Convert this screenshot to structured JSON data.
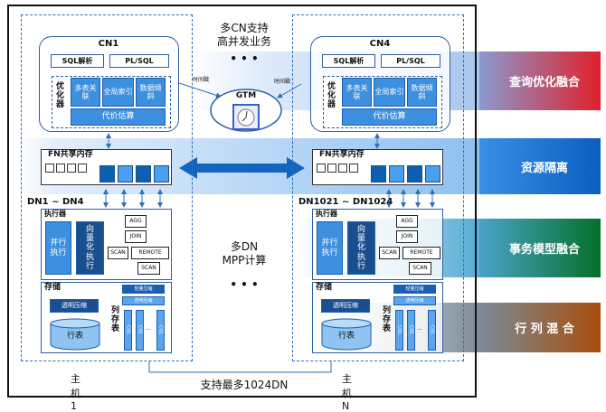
{
  "middle": {
    "cn_note_1": "多CN支持",
    "cn_note_2": "高并发业务",
    "dn_note_1": "多DN",
    "dn_note_2": "MPP计算",
    "dots": "• • •",
    "bottom_note": "支持最多1024DN",
    "gtm": "GTM",
    "timestamp": "时间戳"
  },
  "tags": [
    {
      "label": "查询优化融合",
      "colors": [
        "#7b9bd8",
        "#e0202a"
      ]
    },
    {
      "label": "资源隔离",
      "colors": [
        "#3a8fe4",
        "#0a5fc0"
      ]
    },
    {
      "label": "事务模型融合",
      "colors": [
        "#4aa3c8",
        "#05702a"
      ]
    },
    {
      "label": "行 列 混 合",
      "colors": [
        "#7b8a9a",
        "#a84e0a"
      ]
    }
  ],
  "nodes": [
    {
      "cn": "CN1",
      "dn": "DN1 ~ DN4",
      "host": "主机1"
    },
    {
      "cn": "CN4",
      "dn": "DN1021 ~ DN1024",
      "host": "主机N"
    }
  ],
  "node": {
    "sql_parse": "SQL解析",
    "plsql": "PL/SQL",
    "optimizer": "优化器",
    "multi_join": "多表关联",
    "global_index": "全局索引",
    "data_skew": "数据倾斜",
    "cost": "代价估算",
    "fn_mem": "FN共享内存",
    "executor": "执行器",
    "parallel": "并行执行",
    "vector": "向量化执行",
    "ops": {
      "agg": "AGG",
      "join": "JOIN",
      "scan": "SCAN",
      "remote": "REMOTE"
    },
    "storage": "存储",
    "transparent": "透明压缩",
    "row_table": "行表",
    "col_table": "列存表",
    "light": "轻量压缩",
    "col": "COL",
    "ellipsis": "..."
  }
}
